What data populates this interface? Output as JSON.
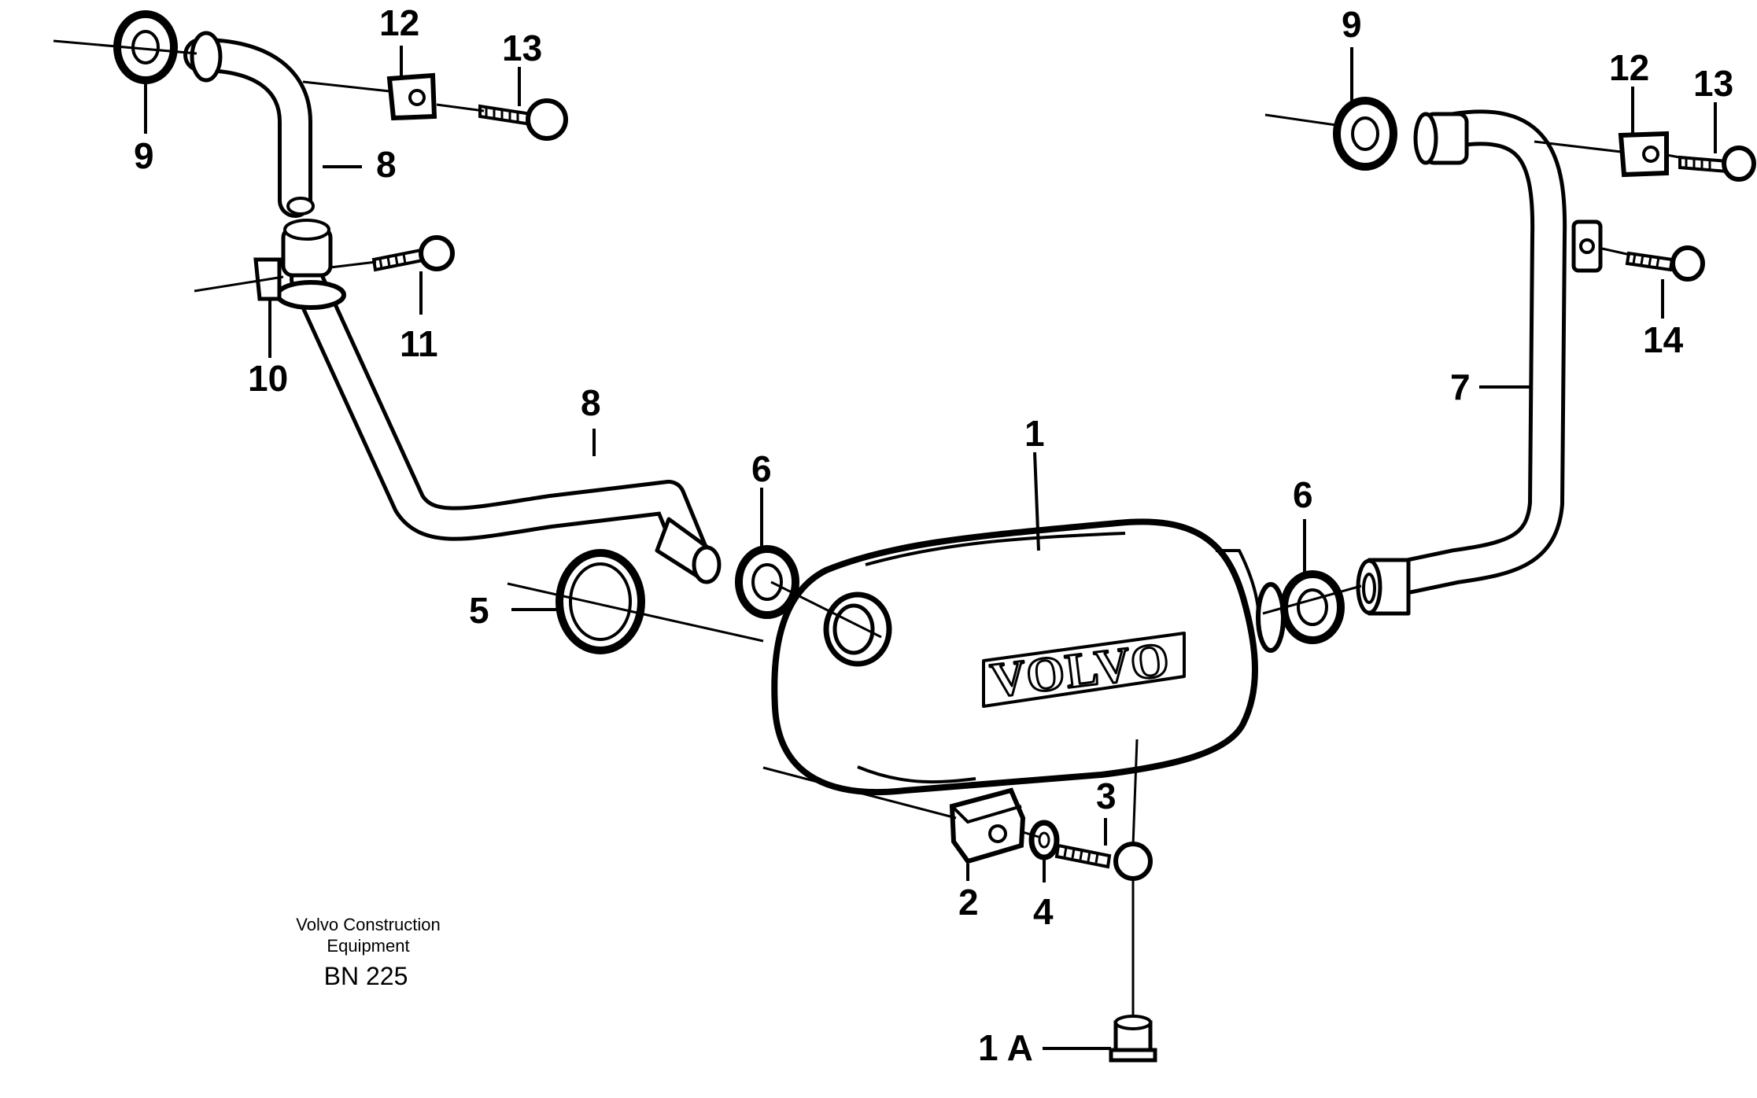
{
  "publisher": {
    "line1": "Volvo Construction",
    "line2": "Equipment",
    "code": "BN 225"
  },
  "logo_text": "VOLVO",
  "part_labels": {
    "p1": "1",
    "p1a": "1 A",
    "p2": "2",
    "p3": "3",
    "p4": "4",
    "p5": "5",
    "p6_left": "6",
    "p6_right": "6",
    "p7": "7",
    "p8_upper": "8",
    "p8_lower": "8",
    "p9_left": "9",
    "p9_right": "9",
    "p10": "10",
    "p11": "11",
    "p12_left": "12",
    "p12_right": "12",
    "p13_left": "13",
    "p13_right": "13",
    "p14": "14"
  }
}
